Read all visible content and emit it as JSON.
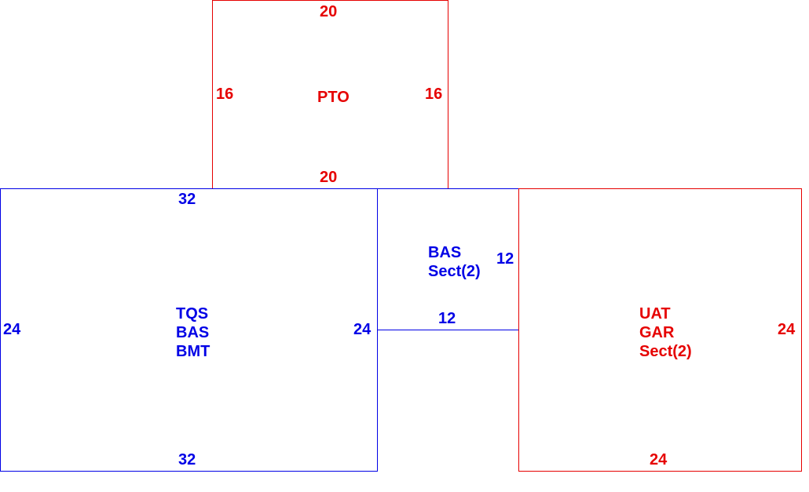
{
  "colors": {
    "blue": "#0000e6",
    "red": "#e60000"
  },
  "rooms": {
    "pto": {
      "label": "PTO",
      "top": "20",
      "bottom": "20",
      "left": "16",
      "right": "16"
    },
    "main": {
      "label_lines": [
        "TQS",
        "BAS",
        "BMT"
      ],
      "top": "32",
      "bottom": "32",
      "left": "24",
      "right": "24"
    },
    "bas_sect": {
      "label_lines": [
        "BAS",
        "Sect(2)"
      ],
      "right": "12",
      "bottom": "12"
    },
    "uat": {
      "label_lines": [
        "UAT",
        "GAR",
        "Sect(2)"
      ],
      "right": "24",
      "bottom": "24"
    }
  }
}
